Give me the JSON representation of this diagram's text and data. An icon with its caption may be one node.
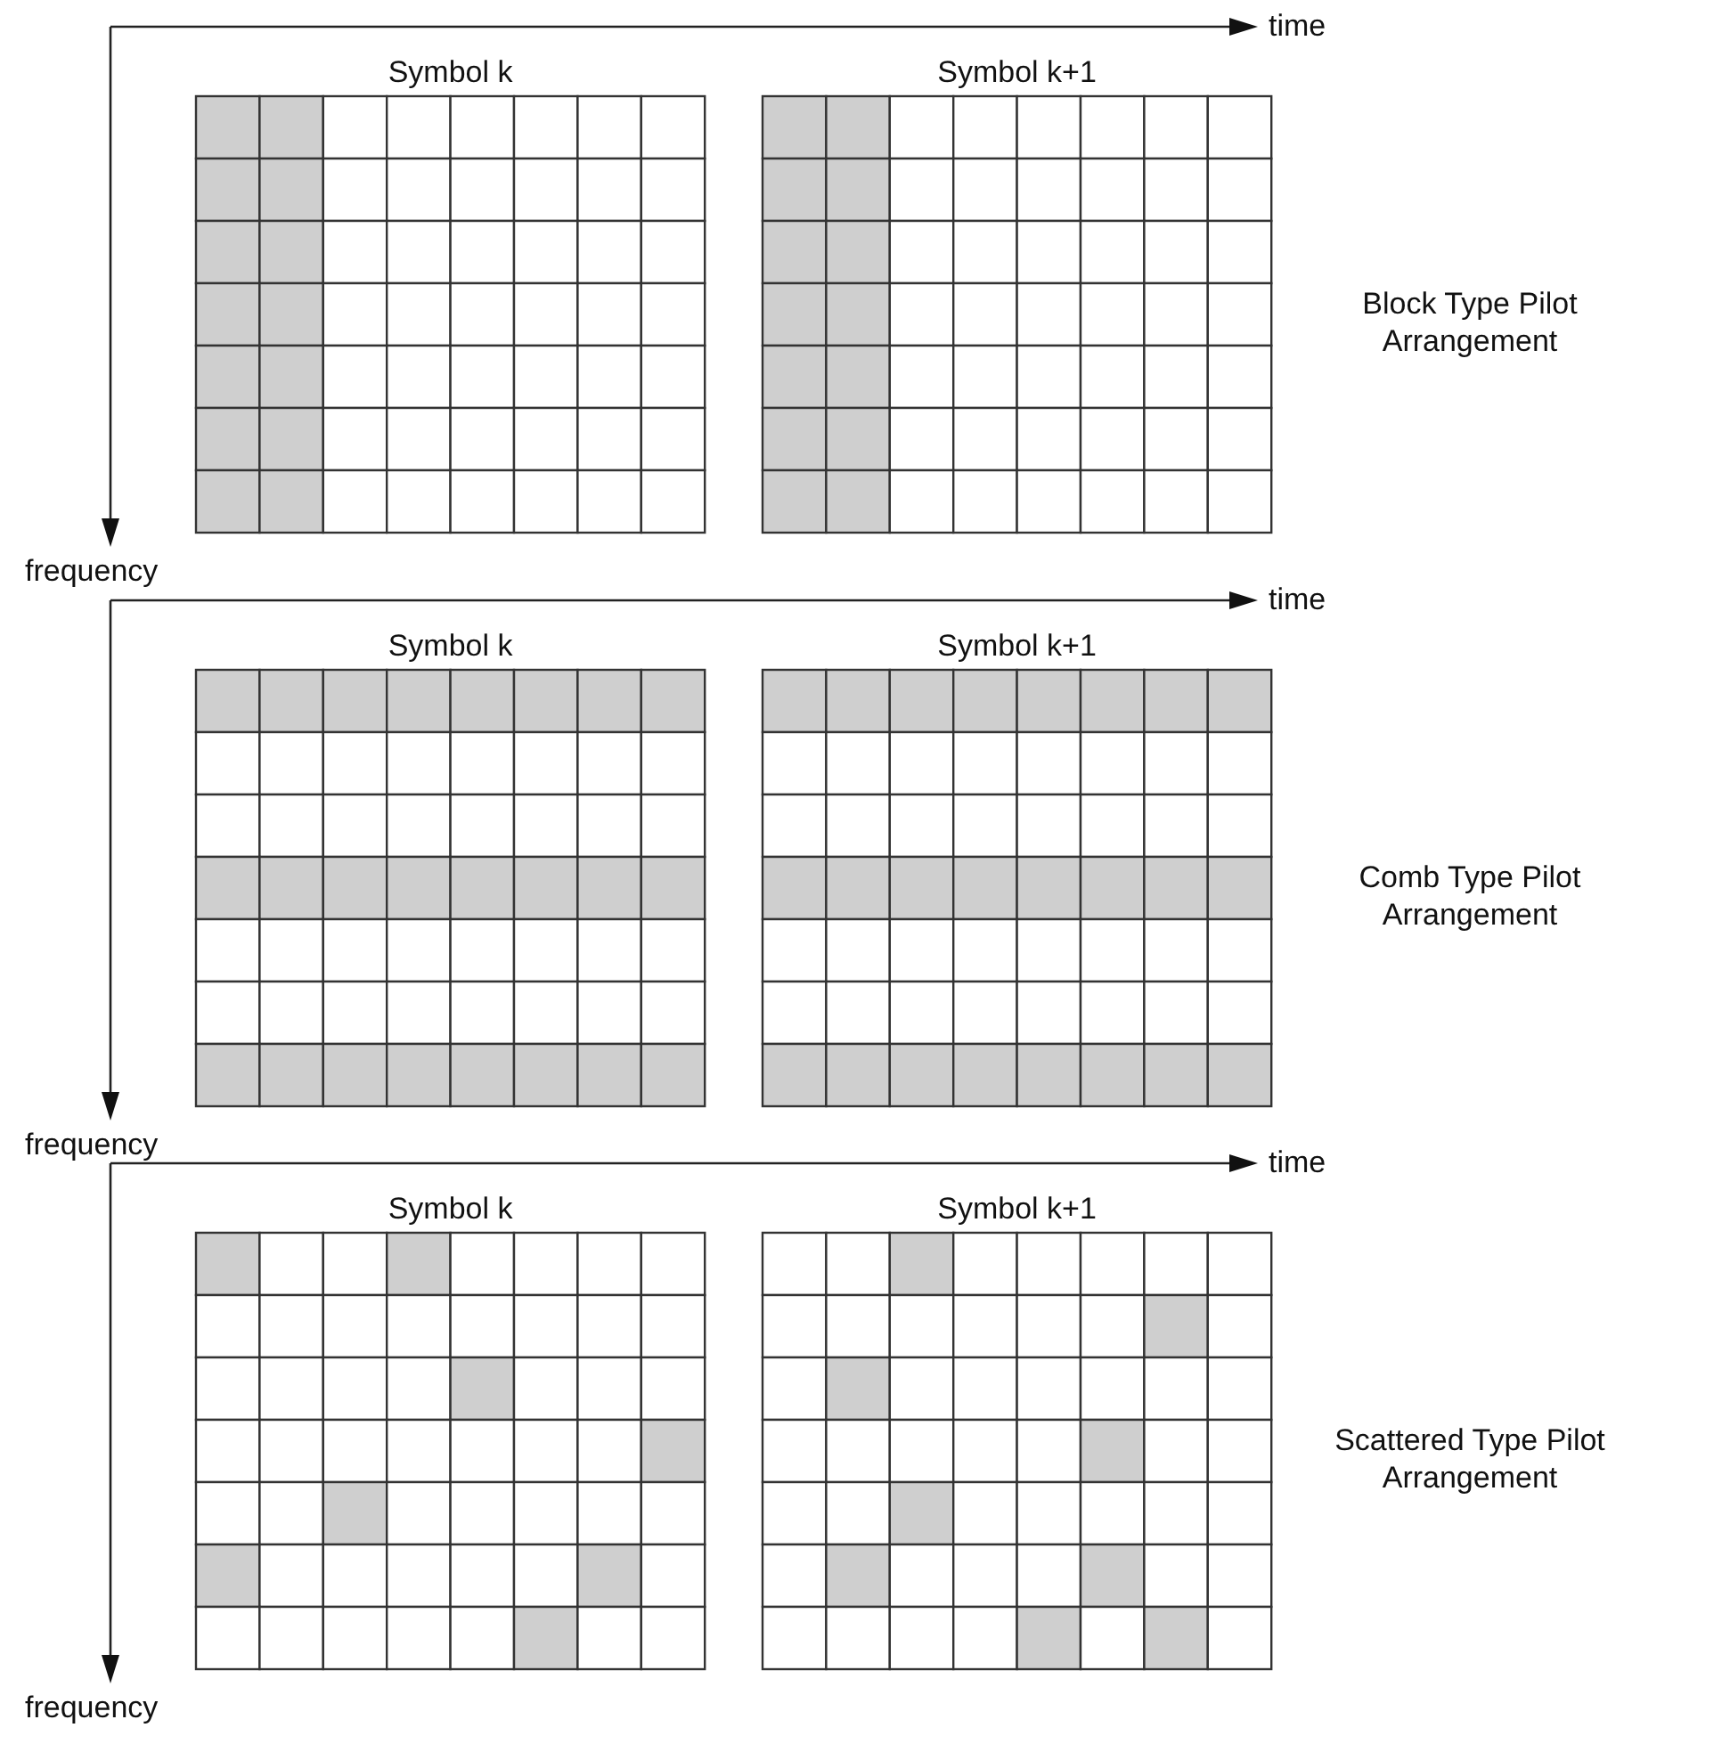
{
  "diagram": {
    "labels": [
      "time",
      "Symbol k",
      "Symbol k+1",
      "Block Type Pilot Arrangement",
      "frequency",
      "time",
      "Symbol k",
      "Symbol k+1",
      "Comb Type Pilot Arrangement",
      "frequency",
      "time",
      "Symbol k",
      "Symbol k+1",
      "Scattered Type Pilot Arrangement",
      "frequency"
    ]
  }
}
